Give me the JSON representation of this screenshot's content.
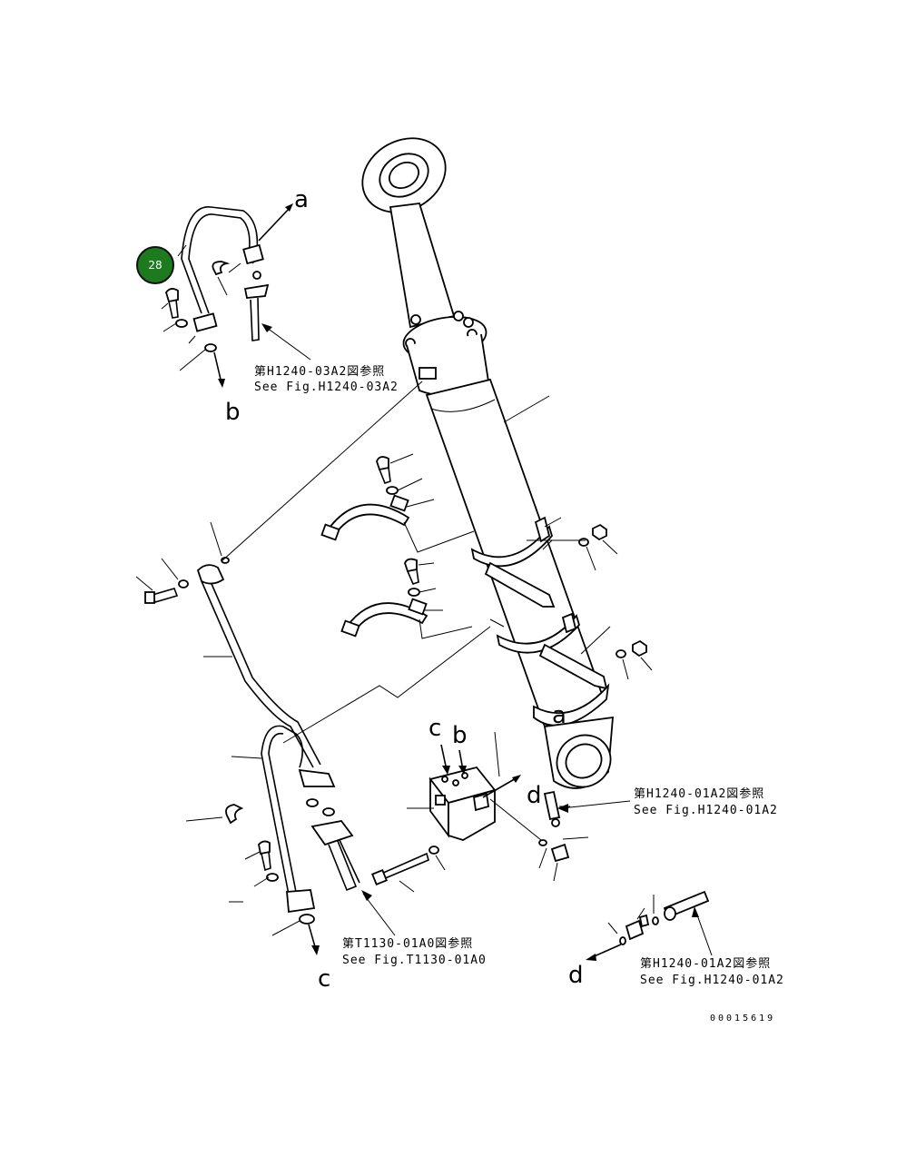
{
  "callout": {
    "number": "28",
    "color": "#1e7a1e"
  },
  "letters": {
    "a_top": "a",
    "b_top": "b",
    "c_mid": "c",
    "b_mid": "b",
    "a_mid": "a",
    "d_mid": "d",
    "c_bottom": "c",
    "d_bottom": "d"
  },
  "references": {
    "ref1": {
      "jp": "第H1240-03A2図参照",
      "en": "See Fig.H1240-03A2"
    },
    "ref2": {
      "jp": "第H1240-01A2図参照",
      "en": "See Fig.H1240-01A2"
    },
    "ref3": {
      "jp": "第T1130-01A0図参照",
      "en": "See Fig.T1130-01A0"
    },
    "ref4": {
      "jp": "第H1240-01A2図参照",
      "en": "See Fig.H1240-01A2"
    }
  },
  "drawing_number": "00015619"
}
